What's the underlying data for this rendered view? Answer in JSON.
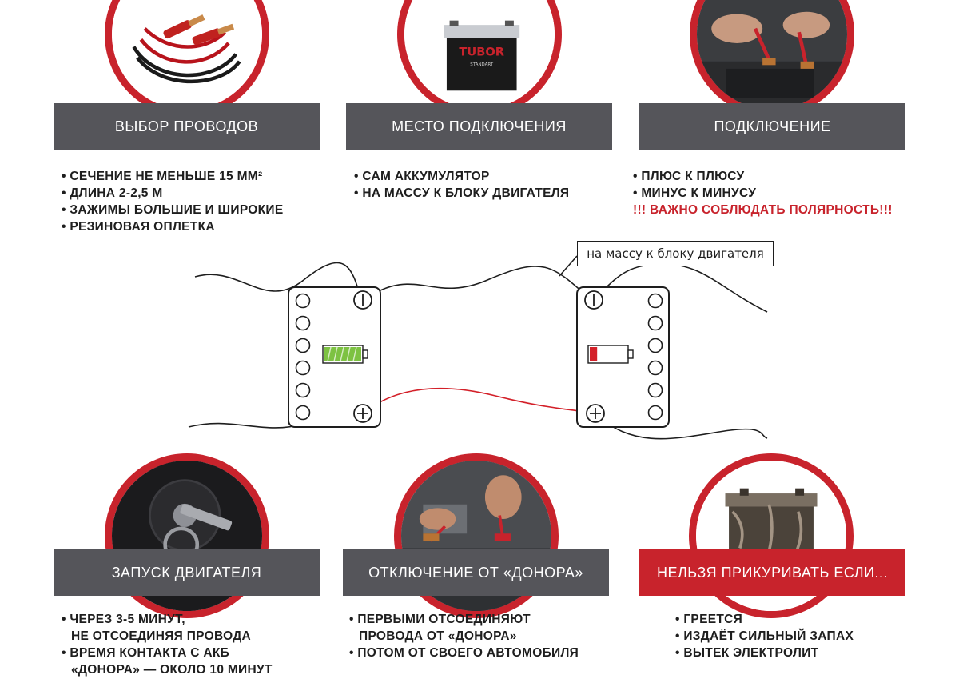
{
  "steps_top": [
    {
      "title": "ВЫБОР ПРОВОДОВ",
      "photo_icon": "jumper-cables-icon",
      "items": [
        "СЕЧЕНИЕ НЕ МЕНЬШЕ 15 ММ²",
        "ДЛИНА 2-2,5 М",
        "ЗАЖИМЫ БОЛЬШИЕ И ШИРОКИЕ",
        "РЕЗИНОВАЯ ОПЛЕТКА"
      ]
    },
    {
      "title": "МЕСТО ПОДКЛЮЧЕНИЯ",
      "photo_icon": "car-battery-icon",
      "photo_brand": "TUBOR",
      "photo_subbrand": "STANDART",
      "items": [
        "САМ АККУМУЛЯТОР",
        "НА МАССУ К БЛОКУ ДВИГАТЕЛЯ"
      ]
    },
    {
      "title": "ПОДКЛЮЧЕНИЕ",
      "photo_icon": "hands-connecting-clamps-icon",
      "items": [
        "ПЛЮС К ПЛЮСУ",
        "МИНУС К МИНУСУ"
      ],
      "warning": "!!! ВАЖНО СОБЛЮДАТЬ ПОЛЯРНОСТЬ!!!"
    }
  ],
  "steps_bottom": [
    {
      "title": "ЗАПУСК ДВИГАТЕЛЯ",
      "photo_icon": "ignition-key-icon",
      "items": [
        {
          "line1": "ЧЕРЕЗ 3-5 МИНУТ,",
          "line2": "НЕ ОТСОЕДИНЯЯ ПРОВОДА"
        },
        {
          "line1": "ВРЕМЯ КОНТАКТА С АКБ",
          "line2": "«ДОНОРА» — ОКОЛО 10 МИНУТ"
        }
      ]
    },
    {
      "title": "ОТКЛЮЧЕНИЕ ОТ «ДОНОРА»",
      "photo_icon": "disconnecting-clamps-icon",
      "items": [
        {
          "line1": "ПЕРВЫМИ ОТСОЕДИНЯЮТ",
          "line2": "ПРОВОДА ОТ «ДОНОРА»"
        },
        {
          "line1": "ПОТОМ ОТ СВОЕГО АВТОМОБИЛЯ",
          "line2": ""
        }
      ]
    },
    {
      "title": "НЕЛЬЗЯ ПРИКУРИВАТЬ ЕСЛИ...",
      "photo_icon": "damaged-battery-icon",
      "items": [
        {
          "line1": "ГРЕЕТСЯ",
          "line2": ""
        },
        {
          "line1": "ИЗДАЁТ СИЛЬНЫЙ ЗАПАХ",
          "line2": ""
        },
        {
          "line1": "ВЫТЕК ЭЛЕКТРОЛИТ",
          "line2": ""
        }
      ]
    }
  ],
  "diagram": {
    "callout": "на массу к блоку двигателя",
    "donor_battery": {
      "charge_icon": "full-charge-icon",
      "level": 1.0,
      "color": "#7dc242"
    },
    "recipient_battery": {
      "charge_icon": "low-charge-icon",
      "level": 0.2,
      "color": "#d32029"
    },
    "positive_wire_color": "#d32029",
    "negative_wire_color": "#1e1e1e",
    "minus_terminal_icon": "minus-terminal-icon",
    "plus_terminal_icon": "plus-terminal-icon"
  },
  "colors": {
    "accent": "#c8232c",
    "bar_gray": "#55555a"
  }
}
